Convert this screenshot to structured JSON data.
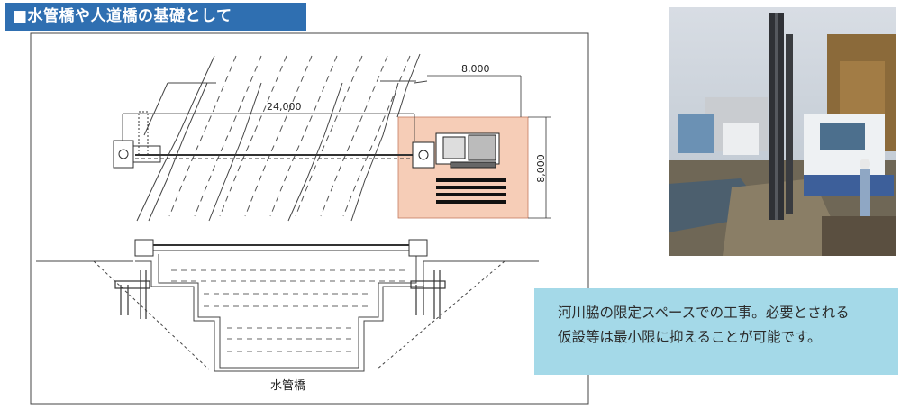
{
  "header": {
    "title": "■水管橋や人道橋の基礎として"
  },
  "diagram": {
    "dim_top": "8,000",
    "dim_span": "24,000",
    "dim_side": "8,000",
    "bridge_label": "水管橋"
  },
  "caption": {
    "lines": [
      "河川脇の限定スペースでの工事。必要とされる",
      "仮設等は最小限に抑えることが可能です。"
    ]
  },
  "colors": {
    "title_bg": "#2f6fb1",
    "work_area": "#f6cdb7",
    "caption_bg": "#a4d9e8"
  }
}
